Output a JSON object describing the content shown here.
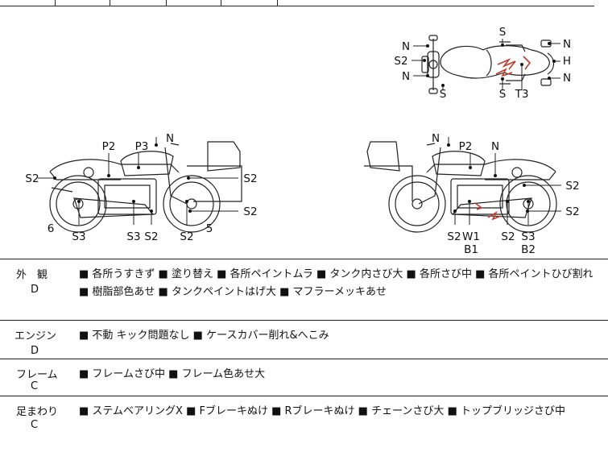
{
  "diagram": {
    "top_view_labels": [
      "S",
      "N",
      "S2",
      "N",
      "S",
      "N",
      "H",
      "N",
      "S",
      "T3"
    ],
    "left_view_labels": [
      "P2",
      "P3",
      "N",
      "S2",
      "S2",
      "S2",
      "6",
      "S3",
      "S3",
      "S2",
      "S2",
      "5"
    ],
    "right_view_labels": [
      "N",
      "P2",
      "N",
      "S2",
      "S2",
      "S2",
      "W1",
      "B1",
      "S2",
      "S3",
      "B2"
    ]
  },
  "rows": [
    {
      "category": "外　観",
      "grade": "D",
      "description": "■ 各所うすきず ■ 塗り替え ■ 各所ペイントムラ ■ タンク内さび大 ■ 各所さび中 ■ 各所ペイントひび割れ ■ 樹脂部色あせ ■ タンクペイントはげ大 ■ マフラーメッキあせ"
    },
    {
      "category": "エンジン",
      "grade": "D",
      "description": "■ 不動 キック問題なし ■ ケースカバー削れ&へこみ"
    },
    {
      "category": "フレーム",
      "grade": "C",
      "description": "■ フレームさび中 ■ フレーム色あせ大"
    },
    {
      "category": "足まわり",
      "grade": "C",
      "description": "■ ステムベアリングX ■ Fブレーキぬけ ■ Rブレーキぬけ ■ チェーンさび大 ■ トップブリッジさび中"
    }
  ],
  "colors": {
    "damage": "#c0392b",
    "line": "#222222"
  }
}
